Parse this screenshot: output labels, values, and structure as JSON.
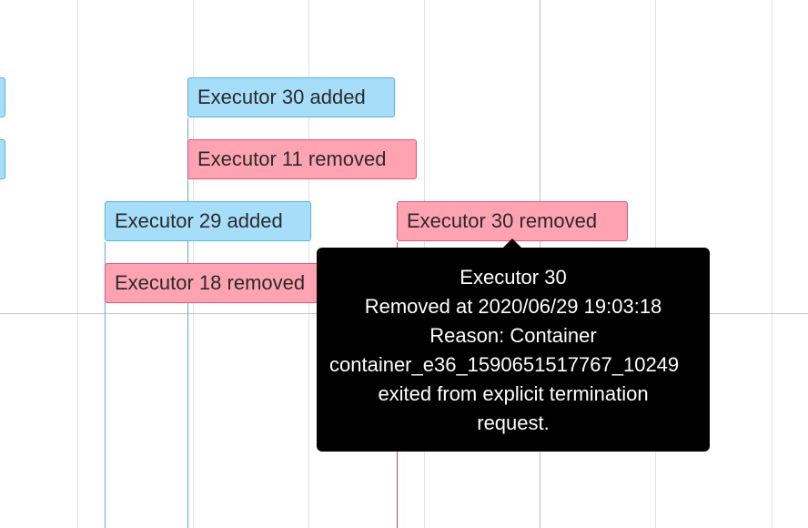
{
  "timeline": {
    "events": [
      {
        "label": "Executor 30 added",
        "kind": "added"
      },
      {
        "label": "Executor 11 removed",
        "kind": "removed"
      },
      {
        "label": "Executor 29 added",
        "kind": "added"
      },
      {
        "label": "Executor 30 removed",
        "kind": "removed"
      },
      {
        "label": "Executor 18 removed",
        "kind": "removed"
      }
    ]
  },
  "tooltip": {
    "title": "Executor 30",
    "removed_at": "Removed at 2020/06/29 19:03:18",
    "reason_prefix": "Reason: Container",
    "container_id": "container_e36_1590651517767_10249",
    "reason_rest": "exited from explicit termination",
    "reason_end": "request."
  },
  "colors": {
    "added_bg": "#a6defa",
    "added_border": "#54b6e8",
    "removed_bg": "#ffa3b3",
    "removed_border": "#e0577a",
    "tooltip_bg": "#000000"
  }
}
